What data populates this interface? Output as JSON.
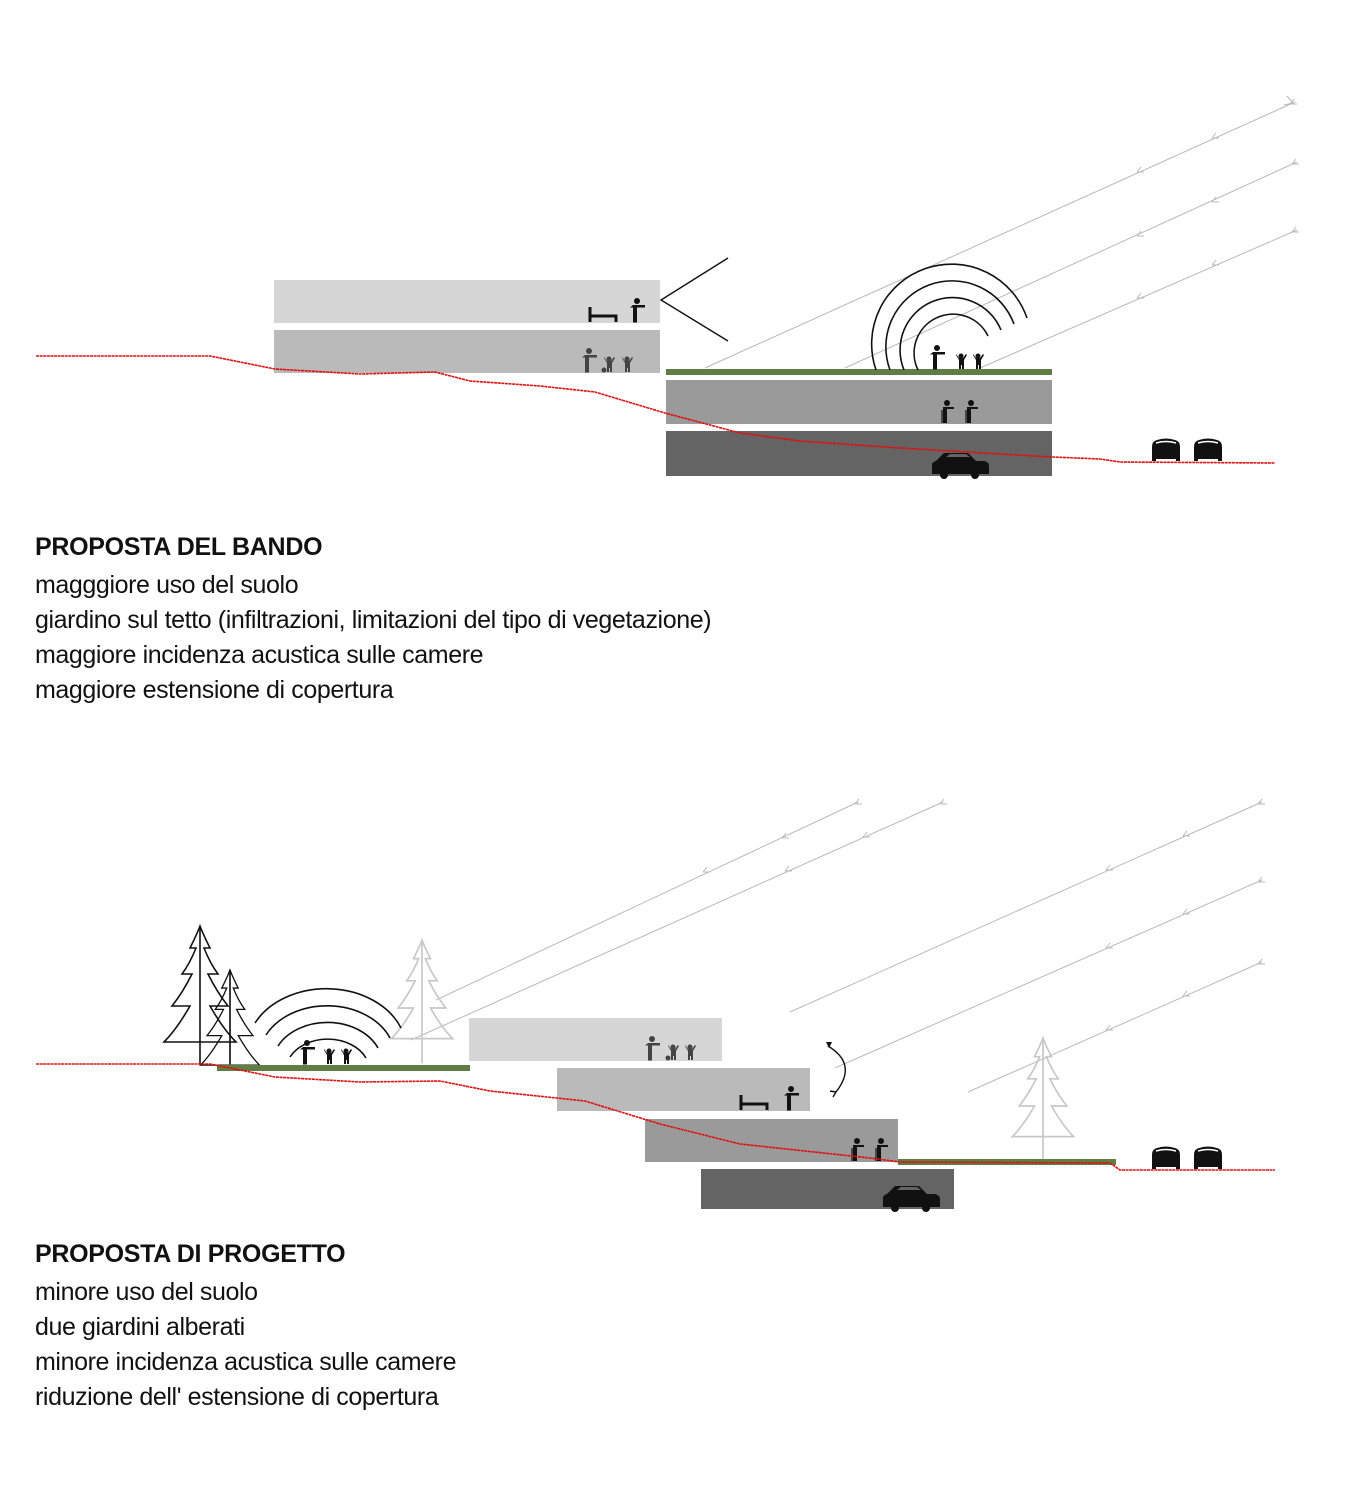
{
  "colors": {
    "slab_light": "#d6d6d6",
    "slab_mid": "#bababa",
    "slab_dark_mid": "#9a9a9a",
    "slab_dark": "#646464",
    "ground_line": "#e01010",
    "grass": "#5f7d45",
    "sound_ray": "#b9b9b9",
    "icon": "#111111"
  },
  "top_section": {
    "title": "PROPOSTA DEL BANDO",
    "points": [
      "magggiore uso del suolo",
      "giardino sul tetto (infiltrazioni, limitazioni del tipo di vegetazione)",
      "maggiore incidenza acustica sulle camere",
      "maggiore estensione di copertura"
    ],
    "floors": [
      {
        "use": "bedroom",
        "icons": [
          "bed-icon",
          "person-icon"
        ]
      },
      {
        "use": "family",
        "icons": [
          "adult-icon",
          "child-icon",
          "child-icon"
        ]
      },
      {
        "use": "roof garden",
        "icons": [
          "adult-icon",
          "child-icon",
          "child-icon"
        ]
      },
      {
        "use": "elderly",
        "icons": [
          "elderly-icon",
          "elderly-icon"
        ]
      },
      {
        "use": "parking",
        "icons": [
          "car-icon"
        ]
      }
    ],
    "road_icons": [
      "car-front-icon",
      "car-front-icon"
    ]
  },
  "bottom_section": {
    "title": "PROPOSTA DI PROGETTO",
    "points": [
      "minore uso del suolo",
      "due giardini alberati",
      "minore incidenza acustica sulle camere",
      "riduzione dell' estensione di copertura"
    ],
    "floors": [
      {
        "use": "family",
        "icons": [
          "adult-icon",
          "child-icon",
          "child-icon"
        ]
      },
      {
        "use": "bedroom",
        "icons": [
          "bed-icon",
          "person-icon"
        ]
      },
      {
        "use": "elderly",
        "icons": [
          "elderly-icon",
          "elderly-icon"
        ]
      },
      {
        "use": "parking",
        "icons": [
          "car-icon"
        ]
      }
    ],
    "gardens": [
      "tree garden left",
      "tree garden right"
    ],
    "road_icons": [
      "car-front-icon",
      "car-front-icon"
    ]
  }
}
